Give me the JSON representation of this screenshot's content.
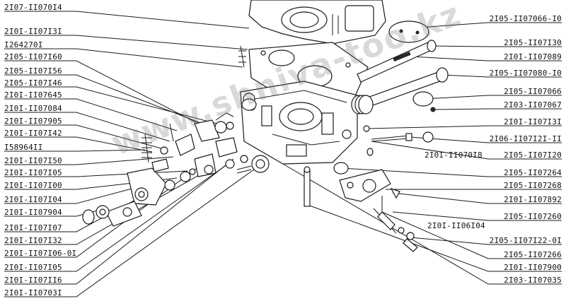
{
  "labels_left": [
    "2I07-II070I4",
    "2I0I-II07I3I",
    "I264270I",
    "2I05-II07I60",
    "2I05-II07I56",
    "2I05-II07I46",
    "2I0I-II07645",
    "2I0I-II07084",
    "2I0I-II07905",
    "2I0I-II07I42",
    "I58964II",
    "2I0I-II07I50",
    "2I0I-II07I05",
    "2I0I-II07I00",
    "2I0I-II07I04",
    "2I0I-II07904",
    "2I0I-II07I07",
    "2I0I-II07I32",
    "2I0I-II07I06-0I",
    "2I0I-II07I05",
    "2I0I-II07II6",
    "2I0I-II0703I"
  ],
  "labels_right": [
    "2I05-II07066-I0",
    "2I05-II07I30",
    "2I0I-II07089",
    "2I05-II07080-I0",
    "2I05-II07066",
    "2I03-II07067",
    "2I0I-II07I3I",
    "2I06-II07I2I-II",
    "2I05-II07I20",
    "2I05-II07264",
    "2I05-II07268",
    "2I0I-II07892",
    "2I05-II07260",
    "2I05-II07I22-0I",
    "2I05-II07266",
    "2I0I-II07900",
    "2I03-II07035"
  ],
  "labels_mid": [
    "2I0I-II070I8",
    "2I0I-II06I04"
  ],
  "watermark": "www.shniva-too.kz",
  "colors": {
    "line": "#1a1a1a",
    "background": "#ffffff",
    "watermark": "#787878"
  }
}
